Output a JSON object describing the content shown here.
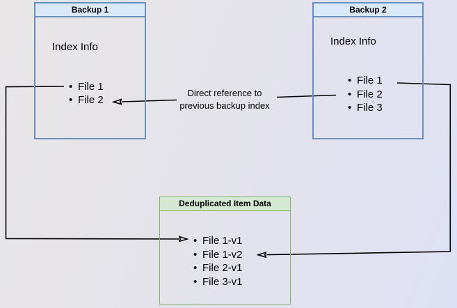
{
  "backup1": {
    "title": "Backup 1",
    "subtitle": "Index Info",
    "items": [
      "File 1",
      "File 2"
    ]
  },
  "backup2": {
    "title": "Backup 2",
    "subtitle": "Index Info",
    "items": [
      "File 1",
      "File 2",
      "File 3"
    ]
  },
  "dedup": {
    "title": "Deduplicated Item Data",
    "items": [
      "File 1-v1",
      "File 1-v2",
      "File 2-v1",
      "File 3-v1"
    ]
  },
  "edge_label": {
    "line1": "Direct reference to",
    "line2": "previous backup index"
  },
  "colors": {
    "blue_border": "#6c8ebf",
    "blue_header_fill": "#dae8fc",
    "green_border": "#82b366",
    "green_header_fill": "#d5e8d4",
    "arrow": "#000000",
    "text": "#000000"
  }
}
